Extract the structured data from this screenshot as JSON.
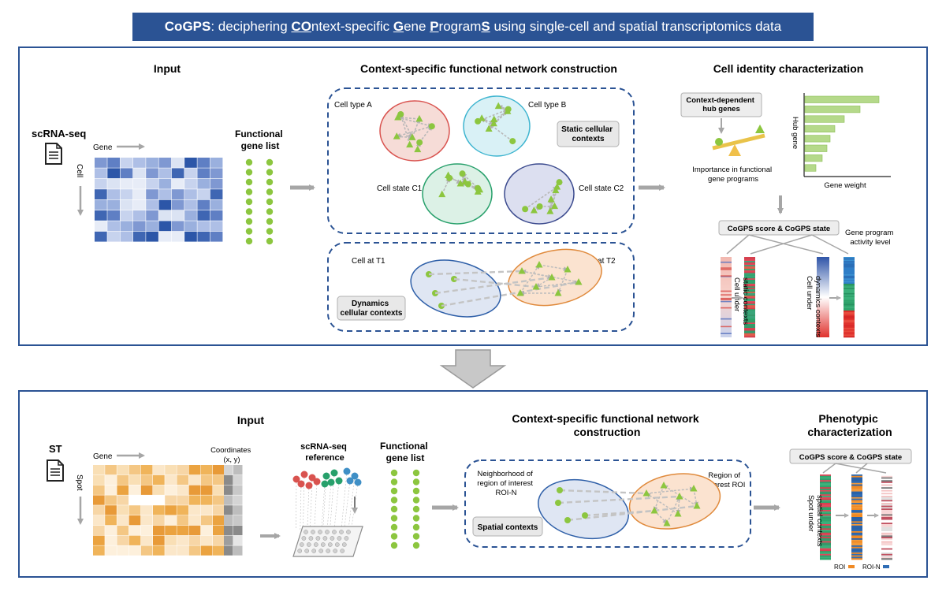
{
  "banner": {
    "parts": [
      {
        "text": "CoGPS",
        "style": "bold"
      },
      {
        "text": ": deciphering ",
        "style": "plain"
      },
      {
        "text": "CO",
        "style": "underline"
      },
      {
        "text": "ntext-specific ",
        "style": "plain"
      },
      {
        "text": "G",
        "style": "underline"
      },
      {
        "text": "ene ",
        "style": "plain"
      },
      {
        "text": "P",
        "style": "underline"
      },
      {
        "text": "rogram",
        "style": "plain"
      },
      {
        "text": "S",
        "style": "underline"
      },
      {
        "text": " using single-cell and spatial transcriptomics data",
        "style": "plain"
      }
    ],
    "bg_color": "#2b5394"
  },
  "top": {
    "input_title": "Input",
    "scrna_label": "scRNA-seq",
    "gene_label": "Gene",
    "cell_label": "Cell",
    "functional_gene_list": [
      "Functional",
      "gene list"
    ],
    "network_title": "Context-specific functional network construction",
    "cell_type_a": "Cell type A",
    "cell_type_b": "Cell type B",
    "cell_state_c1": "Cell state C1",
    "cell_state_c2": "Cell state C2",
    "static_contexts": [
      "Static cellular",
      "contexts"
    ],
    "cell_t1": "Cell at T1",
    "cell_t2": "Cell at T2",
    "dynamics_contexts": [
      "Dynamics",
      "cellular contexts"
    ],
    "identity_title": "Cell identity characterization",
    "hub_genes_box": [
      "Context-dependent",
      "hub genes"
    ],
    "importance_label": [
      "Importance in functional",
      "gene programs"
    ],
    "hub_gene_axis": "Hub gene",
    "gene_weight_axis": "Gene weight",
    "score_box": "CoGPS score & CoGPS state",
    "activity_label": [
      "Gene program",
      "activity level"
    ],
    "static_under": [
      "Cell under",
      "static contexts"
    ],
    "dynamics_under": [
      "Cell under",
      "dynamics contexts"
    ]
  },
  "bottom": {
    "input_title": "Input",
    "st_label": "ST",
    "gene_label": "Gene",
    "spot_label": "Spot",
    "coordinates_label": [
      "Coordinates",
      "(x, y)"
    ],
    "reference_label": [
      "scRNA-seq",
      "reference"
    ],
    "functional_gene_list": [
      "Functional",
      "gene list"
    ],
    "network_title": [
      "Context-specific functional network",
      "construction"
    ],
    "neighborhood_label": [
      "Neighborhood of",
      "region of interest",
      "ROI-N"
    ],
    "roi_label": [
      "Region of",
      "interest ROI"
    ],
    "spatial_contexts": "Spatial contexts",
    "phenotypic_title": [
      "Phenotypic",
      "characterization"
    ],
    "score_box": "CoGPS score & CoGPS state",
    "spot_under": [
      "Spot under",
      "spatial contexts"
    ],
    "roi_legend": "ROI",
    "roin_legend": "ROI-N"
  },
  "colors": {
    "frame": "#2b5394",
    "node_green": "#8cc63f",
    "arrow_gray": "#a6a6a6",
    "cell_a_fill": "#f6dcd7",
    "cell_a_stroke": "#d9534f",
    "cell_b_fill": "#d9f1f6",
    "cell_b_stroke": "#3fb5d0",
    "cell_c1_fill": "#dcf1e6",
    "cell_c1_stroke": "#27a06b",
    "cell_c2_fill": "#dcdff0",
    "cell_c2_stroke": "#3b4a8e",
    "t1_fill": "#dfe6f3",
    "t1_stroke": "#2e5fa8",
    "t2_fill": "#fbe3d0",
    "t2_stroke": "#e08a3c",
    "bar_fill": "#b5d98a",
    "heat_blue": "#3a66b3",
    "heat_orange": "#f0b45a"
  }
}
